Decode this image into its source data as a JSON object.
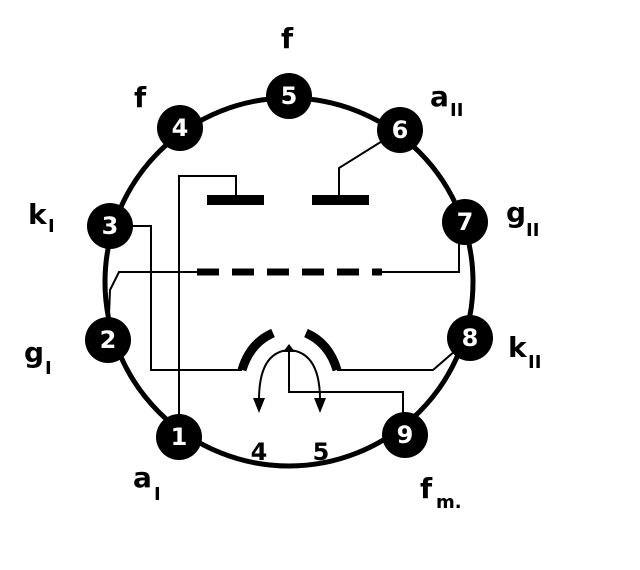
{
  "title": "Double triode base pinout",
  "pins": [
    {
      "number": "1",
      "label": "a",
      "sub": "I"
    },
    {
      "number": "2",
      "label": "g",
      "sub": "I"
    },
    {
      "number": "3",
      "label": "k",
      "sub": "I"
    },
    {
      "number": "4",
      "label": "f",
      "sub": ""
    },
    {
      "number": "5",
      "label": "f",
      "sub": ""
    },
    {
      "number": "6",
      "label": "a",
      "sub": "II"
    },
    {
      "number": "7",
      "label": "g",
      "sub": "II"
    },
    {
      "number": "8",
      "label": "k",
      "sub": "II"
    },
    {
      "number": "9",
      "label": "f",
      "sub": "m."
    }
  ],
  "heater_labels": [
    "4",
    "5"
  ]
}
